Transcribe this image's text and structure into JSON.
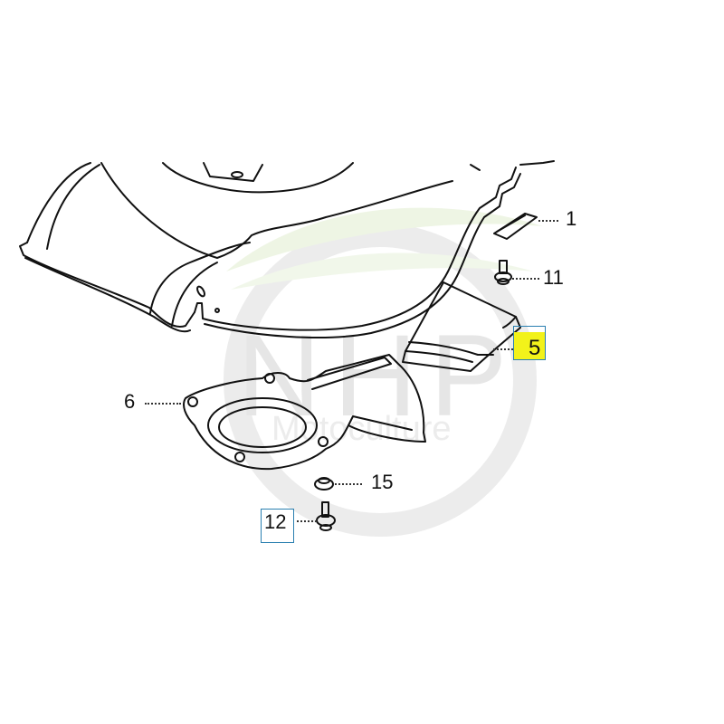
{
  "diagram": {
    "type": "exploded-parts-diagram",
    "subject": "Lawn mower cutter housing / deck with baffle parts",
    "watermark": {
      "logo_text": "NHP",
      "subtitle": "Motoculture",
      "accent_color": "#e8f2dc"
    },
    "callouts": [
      {
        "id": "c1",
        "label": "1",
        "part": "plate / seal",
        "highlighted": false,
        "boxed": false
      },
      {
        "id": "c11",
        "label": "11",
        "part": "bolt",
        "highlighted": false,
        "boxed": false
      },
      {
        "id": "c5",
        "label": "5",
        "part": "discharge baffle / chute piece",
        "highlighted": true,
        "boxed": true,
        "highlight_color": "#f2f21a",
        "box_color": "#2a7fb0"
      },
      {
        "id": "c6",
        "label": "6",
        "part": "blade guard plate",
        "highlighted": false,
        "boxed": false
      },
      {
        "id": "c15",
        "label": "15",
        "part": "nut",
        "highlighted": false,
        "boxed": false
      },
      {
        "id": "c12",
        "label": "12",
        "part": "flange bolt",
        "highlighted": false,
        "boxed": true,
        "box_color": "#2a7fb0"
      }
    ]
  }
}
